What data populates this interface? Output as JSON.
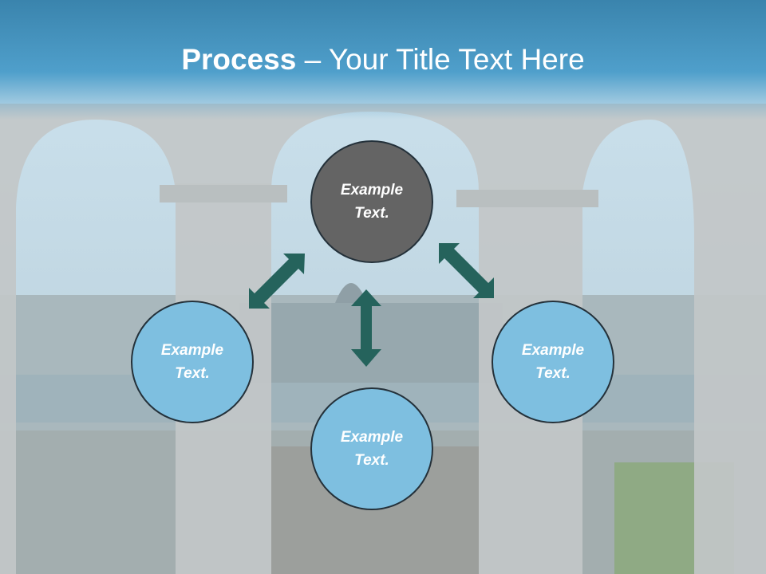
{
  "title": {
    "bold": "Process",
    "rest": " – Your Title Text Here"
  },
  "nodes": {
    "center": "Example\nText.",
    "left": "Example\nText.",
    "right": "Example\nText.",
    "bottom": "Example\nText."
  },
  "colors": {
    "title_bar": "#3f8db8",
    "center_node": "#646464",
    "outer_node": "#7ebfe0",
    "arrow": "#25635c"
  }
}
